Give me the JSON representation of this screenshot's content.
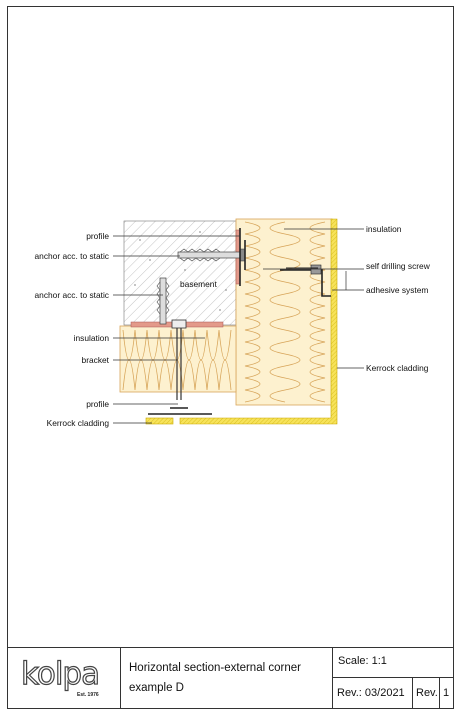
{
  "labels": {
    "profile_top": "profile",
    "anchor_1": "anchor acc. to static",
    "anchor_2": "anchor acc. to static",
    "insulation_left": "insulation",
    "bracket": "bracket",
    "profile_bottom": "profile",
    "kerrock_left": "Kerrock cladding",
    "insulation_right": "insulation",
    "self_drilling_screw": "self drilling screw",
    "adhesive_system": "adhesive system",
    "kerrock_right": "Kerrock cladding",
    "basement": "basement"
  },
  "title_block": {
    "logo_text": "kolpa",
    "logo_est": "Est. 1976",
    "description_line1": "Horizontal section-external corner",
    "description_line2": "example D",
    "scale": "Scale: 1:1",
    "rev_date": "Rev.: 03/2021",
    "rev_label": "Rev.",
    "rev_number": "1"
  },
  "colors": {
    "insulation_fill": "#fdf1cf",
    "insulation_stroke": "#d7a55a",
    "cladding": "#f5df4a",
    "pad_red": "#e39a8a",
    "concrete_hatch": "#aaaaaa"
  }
}
